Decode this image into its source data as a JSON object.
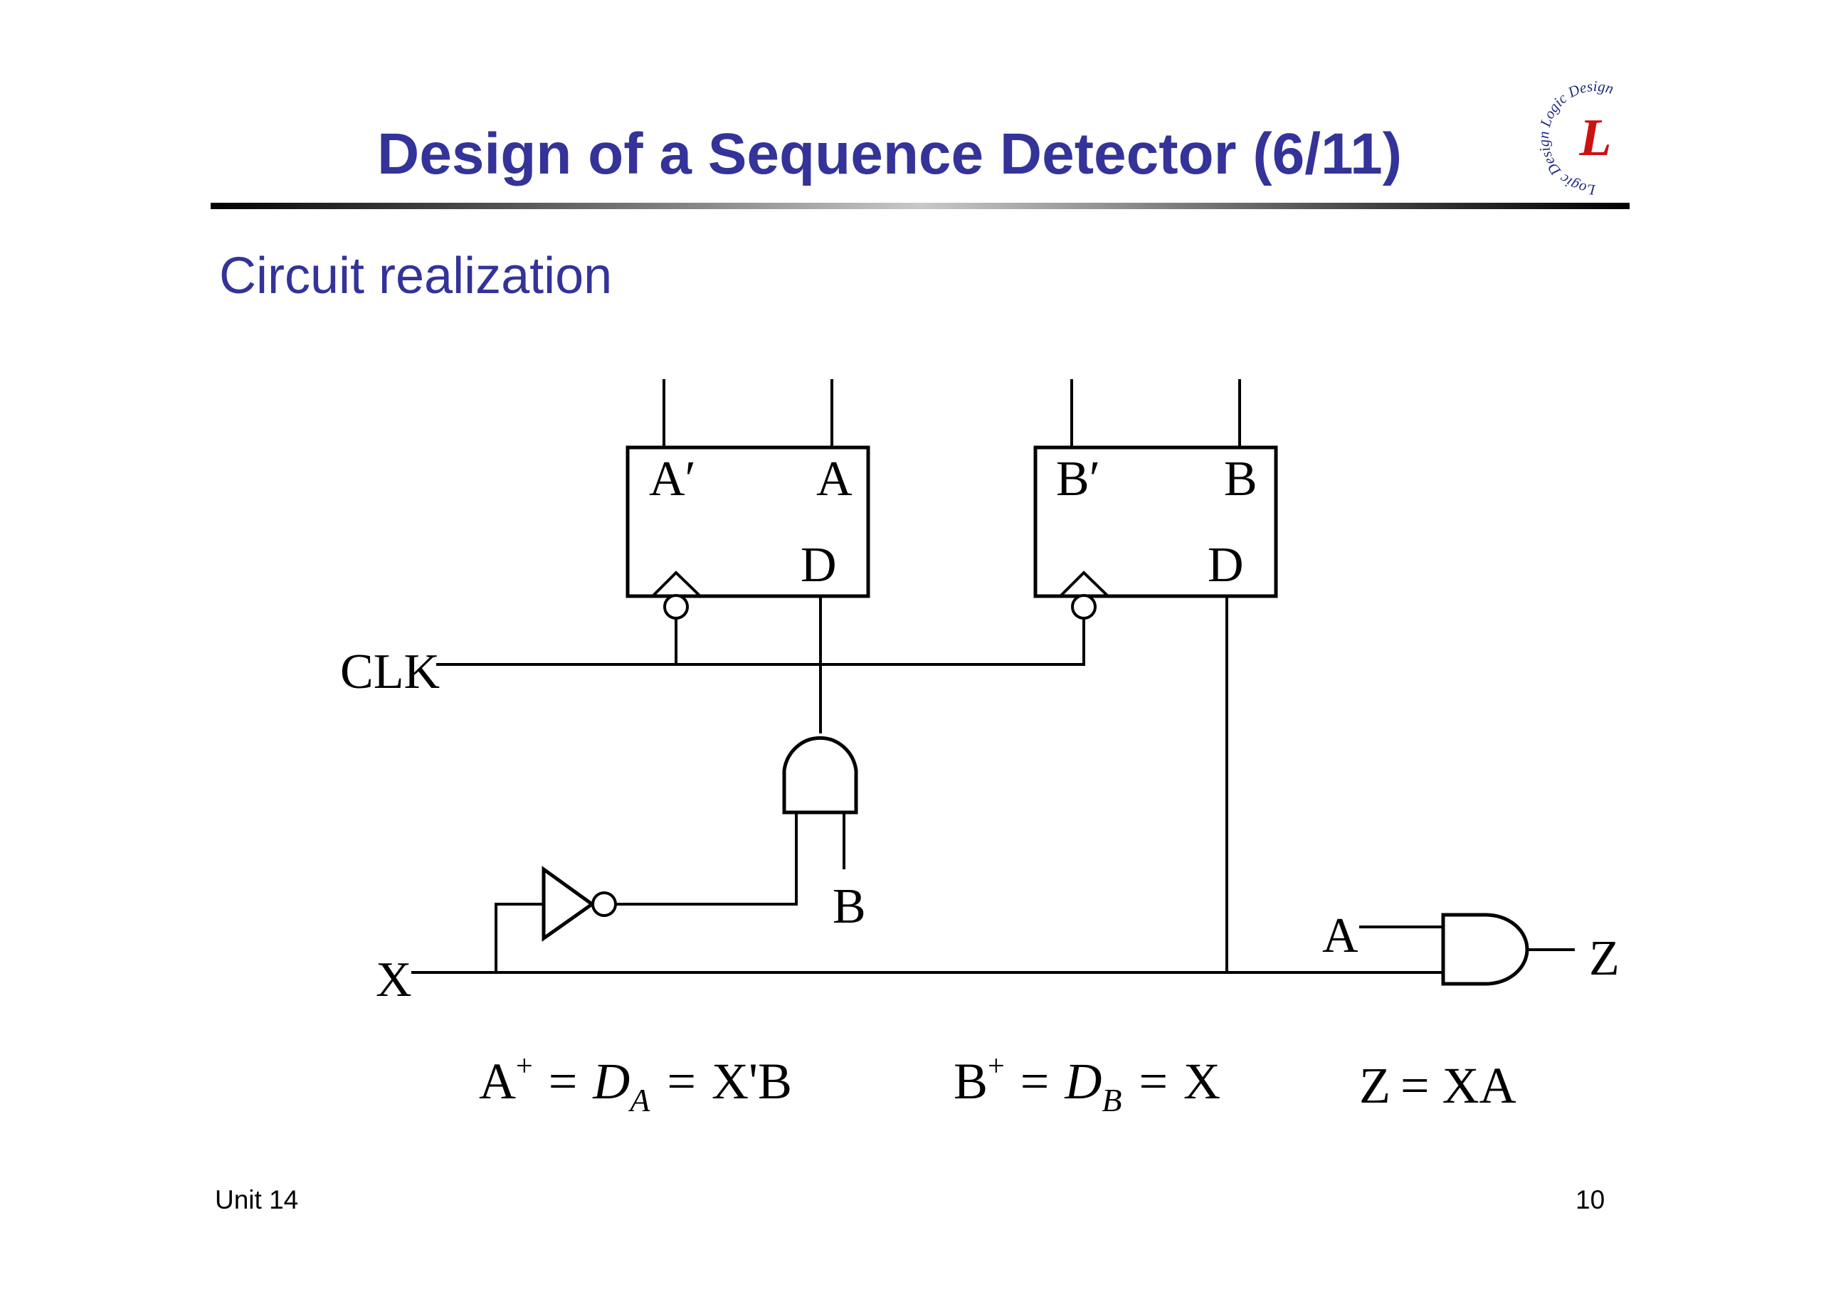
{
  "slide": {
    "title": "Design of a Sequence Detector (6/11)",
    "subtitle": "Circuit realization",
    "footer_left": "Unit 14",
    "page_number": "10",
    "title_color": "#333399"
  },
  "logo": {
    "ring_text": "Logic Design Logic Design",
    "center_letter": "L",
    "ring_color": "#1f2a80",
    "letter_color": "#cc1111"
  },
  "circuit": {
    "flipflop_a": {
      "q_bar_label": "A′",
      "q_label": "A",
      "d_label": "D"
    },
    "flipflop_b": {
      "q_bar_label": "B′",
      "q_label": "B",
      "d_label": "D"
    },
    "clock_label": "CLK",
    "input_label": "X",
    "and_gate_input_label": "B",
    "output_gate_input_label": "A",
    "output_label": "Z"
  },
  "equations": [
    {
      "lhs": "A",
      "sup": "+",
      "eq1": "=",
      "mid": "D",
      "sub": "A",
      "eq2": "=",
      "rhs": "X'B"
    },
    {
      "lhs": "B",
      "sup": "+",
      "eq1": "=",
      "mid": "D",
      "sub": "B",
      "eq2": "=",
      "rhs": "X"
    },
    {
      "lhs": "Z",
      "eq1": "=",
      "rhs": "XA"
    }
  ]
}
